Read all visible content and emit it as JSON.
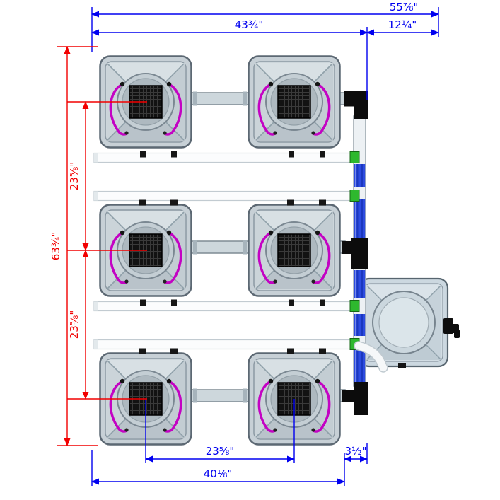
{
  "diagram": {
    "name": "recirculating hydroponic system layout diagram",
    "dimension_labels": {
      "overall_width": "55⅞\"",
      "array_width": "43¾\"",
      "reservoir_width": "12¼\"",
      "overall_height": "63¾\"",
      "row_spacing_upper": "23⅝\"",
      "row_spacing_lower": "23⅝\"",
      "module_spacing": "23⅝\"",
      "bottom_width": "40⅛\"",
      "manifold_offset": "3½\""
    },
    "components": {
      "grow_module_count": 6,
      "grow_module": "grow-module-bucket",
      "reservoir": "epicenter-reservoir",
      "manifold": "return-manifold"
    },
    "colors": {
      "dimension_blue": "#0000f0",
      "dimension_red": "#f20000",
      "hose_magenta": "#c303c3",
      "pipe_blue": "#2c4be0",
      "fitting_green": "#2eb82e",
      "fitting_black": "#0c0c0c",
      "module_gray": "#c7d0d6",
      "pipe_white": "#fbfcfd"
    }
  }
}
